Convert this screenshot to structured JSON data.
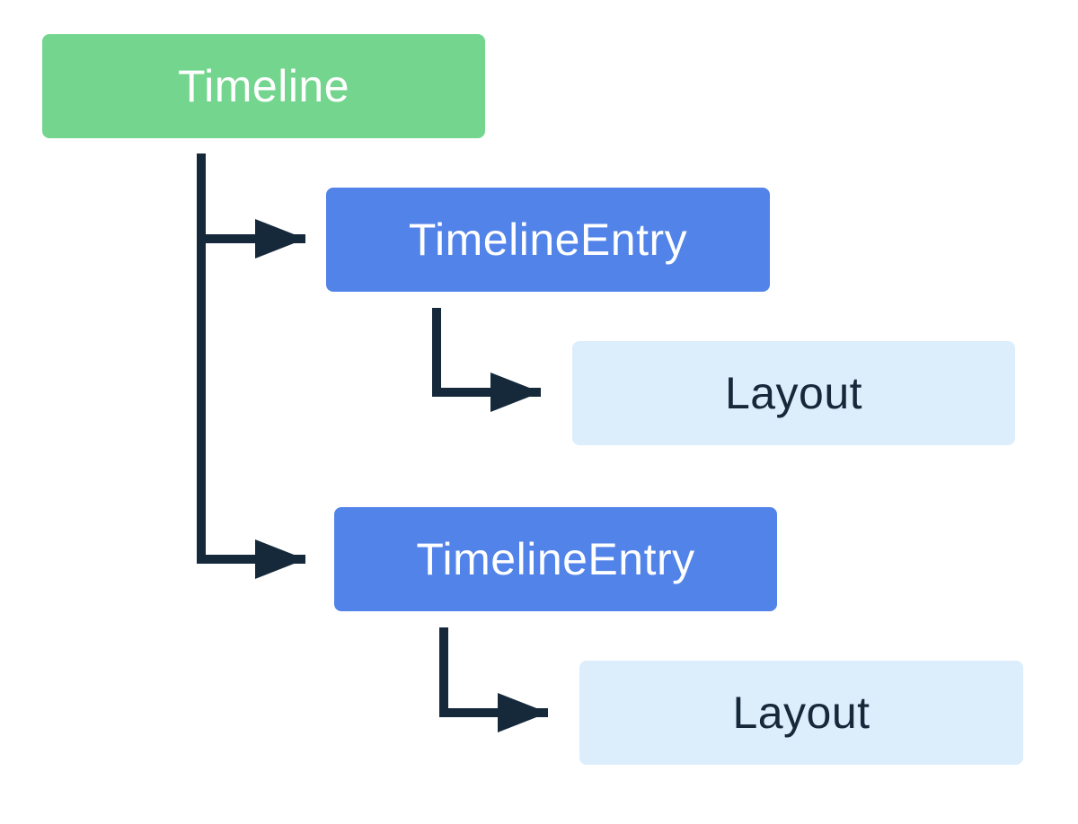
{
  "colors": {
    "root_fill": "#74d68e",
    "entry_fill": "#5283e9",
    "layout_fill": "#dcedfb",
    "root_text": "#ffffff",
    "entry_text": "#ffffff",
    "layout_text": "#15293b",
    "connector": "#15293b"
  },
  "nodes": {
    "root": {
      "label": "Timeline"
    },
    "entry_1": {
      "label": "TimelineEntry"
    },
    "layout_1": {
      "label": "Layout"
    },
    "entry_2": {
      "label": "TimelineEntry"
    },
    "layout_2": {
      "label": "Layout"
    }
  }
}
